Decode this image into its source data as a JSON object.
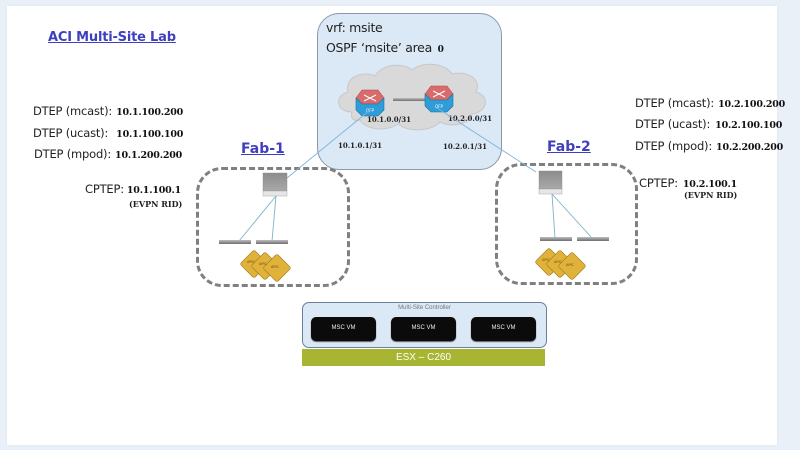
{
  "title": "ACI Multi-Site Lab",
  "vrf": {
    "line1": "vrf: msite",
    "line2": "OSPF ‘msite’ area",
    "area": "0",
    "router_left_label": "QFP",
    "router_right_label": "QFP",
    "subnet_left_inner": "10.1.0.0/31",
    "subnet_right_inner": "10.2.0.0/31",
    "subnet_left_outer": "10.1.0.1/31",
    "subnet_right_outer": "10.2.0.1/31"
  },
  "fab1": {
    "label": "Fab-1",
    "dtep": [
      {
        "label": "DTEP (mcast):",
        "value": "10.1.100.200"
      },
      {
        "label": "DTEP (ucast):",
        "value": "10.1.100.100"
      },
      {
        "label": "DTEP (mpod):",
        "value": "10.1.200.200"
      }
    ],
    "cptep_label": "CPTEP:",
    "cptep_value": "10.1.100.1",
    "cptep_note": "(EVPN RID)",
    "apic_label": "APIC"
  },
  "fab2": {
    "label": "Fab-2",
    "dtep": [
      {
        "label": "DTEP (mcast):",
        "value": "10.2.100.200"
      },
      {
        "label": "DTEP (ucast):",
        "value": "10.2.100.100"
      },
      {
        "label": "DTEP (mpod):",
        "value": "10.2.200.200"
      }
    ],
    "cptep_label": "CPTEP:",
    "cptep_value": "10.2.100.1",
    "cptep_note": "(EVPN RID)",
    "apic_label": "APIC"
  },
  "msc": {
    "title": "Multi-Site Controller",
    "vms": [
      "MSC VM",
      "MSC VM",
      "MSC VM"
    ],
    "esx": "ESX – C260"
  }
}
